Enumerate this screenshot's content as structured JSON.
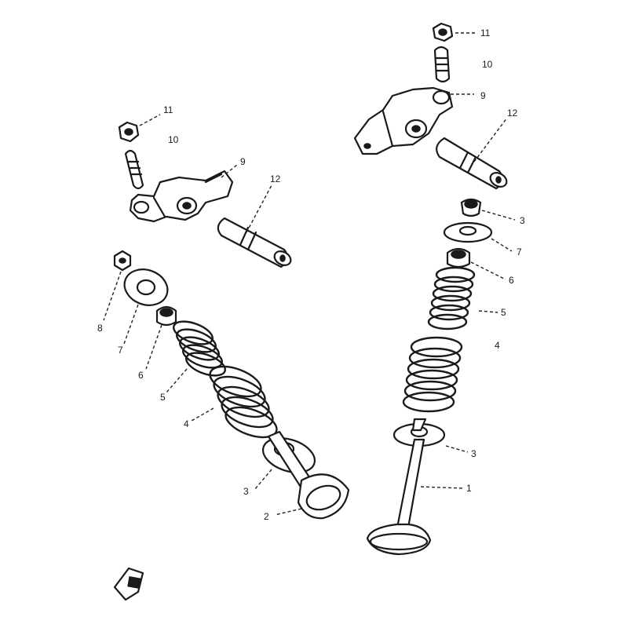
{
  "callouts": {
    "left_11": "11",
    "left_10": "10",
    "left_9": "9",
    "left_12": "12",
    "left_8": "8",
    "left_7": "7",
    "left_6": "6",
    "left_5": "5",
    "left_4": "4",
    "left_3": "3",
    "left_2": "2",
    "right_11": "11",
    "right_10": "10",
    "right_9": "9",
    "right_12": "12",
    "right_3_top": "3",
    "right_7": "7",
    "right_6": "6",
    "right_5": "5",
    "right_4": "4",
    "right_3_bottom": "3",
    "right_1": "1"
  }
}
